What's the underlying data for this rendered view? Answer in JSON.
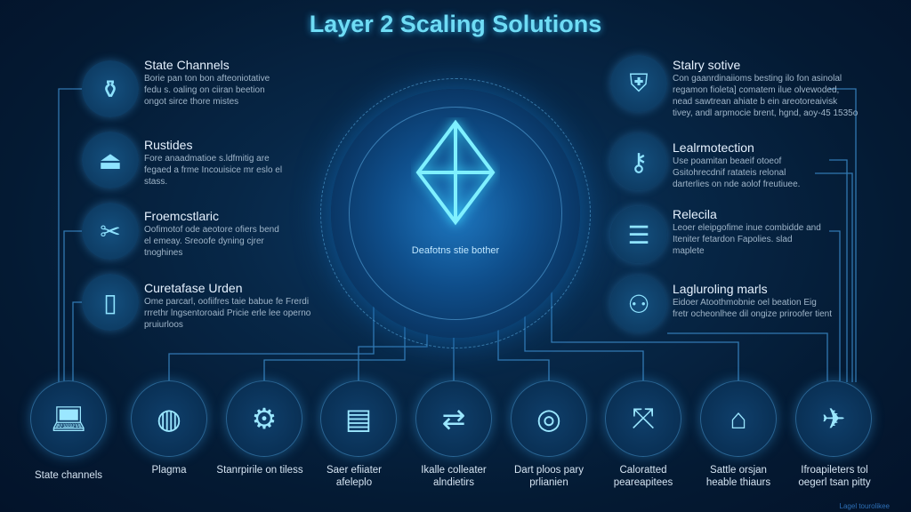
{
  "title": "Layer 2 Scaling Solutions",
  "center": {
    "label": "Deafotns stie bother",
    "icon": "diamond-icon"
  },
  "left": [
    {
      "title": "State Channels",
      "desc": "Borie pan ton bon afteoniotative fedu s. oaling on ciiran beetion ongot sirce thore mistes",
      "icon": "bottle-icon"
    },
    {
      "title": "Rustides",
      "desc": "Fore anaadmatioe s.ldfmitig are fegaed a frme Incouisice mr eslo el stass.",
      "icon": "hanger-icon"
    },
    {
      "title": "Froemcstlaric",
      "desc": "Oofimotof ode aeotore ofiers bend el emeay. Sreoofe dyning cjrer tnoghines",
      "icon": "tools-icon"
    },
    {
      "title": "Curetafase Urden",
      "desc": "Ome parcarl, oofiifres taie babue fe Frerdi rrrethr lngsentoroaid Pricie erle lee operno pruiurloos",
      "icon": "door-icon"
    }
  ],
  "right": [
    {
      "title": "Stalry sotive",
      "desc": "Con gaanrdinaiioms besting ilo fon asinolal regamon fioleta] comatem ilue olvewoded, nead sawtrean ahiate b ein areotoreaivisk tivey, andl arpmocie brent, hgnd, aoy-45 1535o",
      "icon": "shield-icon"
    },
    {
      "title": "Lealrmotection",
      "desc": "Use poamitan beaeif otoeof Gsitohrecdnif ratateis relonal darterlies on nde aolof freutiuee.",
      "icon": "key-icon"
    },
    {
      "title": "Relecila",
      "desc": "Leoer eleipgofime inue combidde and Iteniter fetardon Fapolies. slad maplete",
      "icon": "server-icon"
    },
    {
      "title": "Lagluroling marls",
      "desc": "Eidoer Atoothmobnie oel beation Eig fretr ocheonlhee dil ongize priroofer tient",
      "icon": "network-icon"
    }
  ],
  "bottom": [
    {
      "label": "State channels",
      "icon": "laptop-icon"
    },
    {
      "label": "Plagma",
      "icon": "globe-icon"
    },
    {
      "label": "Stanrpirile on tiless",
      "icon": "gear-icon"
    },
    {
      "label": "Saer efiiater afeleplo",
      "icon": "phone-icon"
    },
    {
      "label": "Ikalle colleater alndietirs",
      "icon": "zap-icon"
    },
    {
      "label": "Dart ploos pary prlianien",
      "icon": "coin-icon"
    },
    {
      "label": "Caloratted peareapitees",
      "icon": "arrows-icon"
    },
    {
      "label": "Sattle orsjan heable thiaurs",
      "icon": "factory-icon"
    },
    {
      "label": "Ifroapileters tol oegerl tsan pitty",
      "icon": "satellite-icon"
    }
  ],
  "footer": "Lagel tourolikee"
}
